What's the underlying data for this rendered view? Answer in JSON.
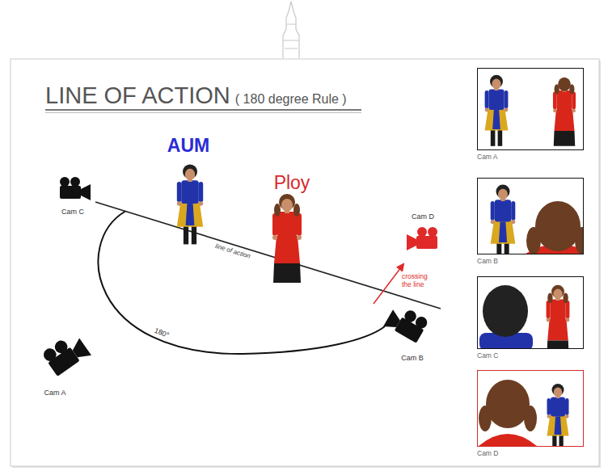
{
  "diagram": {
    "title": "LINE OF ACTION",
    "nodes": [
      {
        "text": [
          "Cam A"
        ]
      },
      {
        "text": [
          "Cam B"
        ]
      },
      {
        "text": [
          "Cam C"
        ]
      },
      {
        "text": [
          "Cam D"
        ]
      }
    ],
    "labels": [
      "( 180 degree Rule )",
      "AUM",
      "Ploy",
      "Cam C",
      "Cam D",
      "crossing the line",
      "line of action",
      "180°",
      "Cam B",
      "Cam A"
    ]
  }
}
